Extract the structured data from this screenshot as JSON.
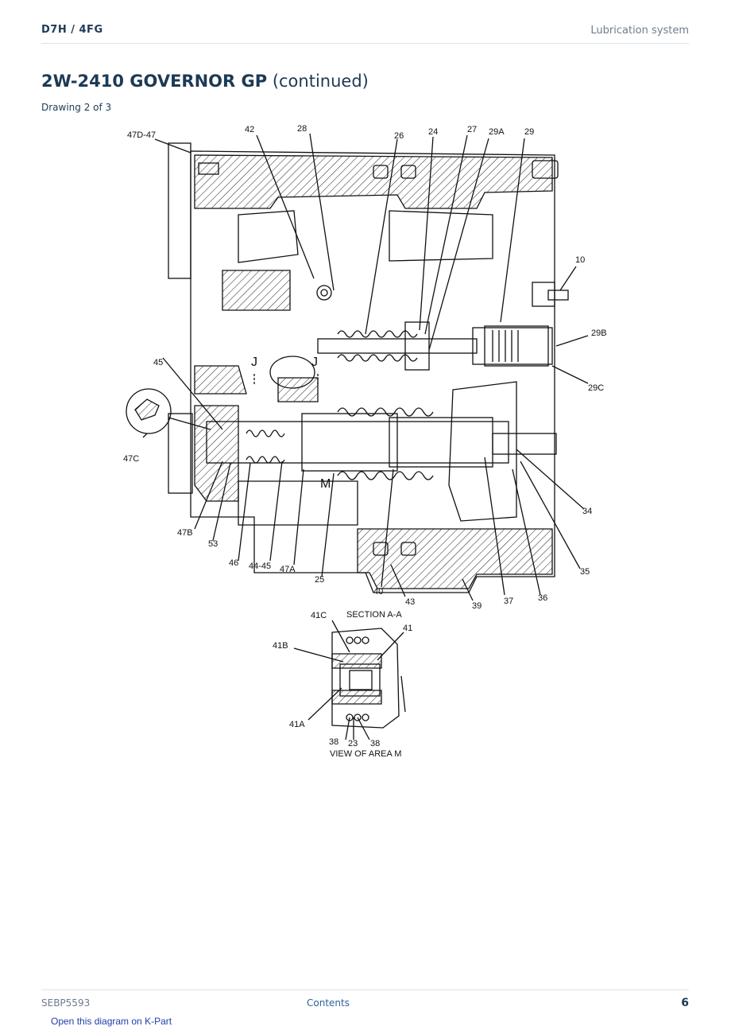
{
  "header": {
    "model": "D7H  /  4FG",
    "section": "Lubrication system"
  },
  "title": {
    "main": "2W-2410 GOVERNOR GP",
    "suffix": " (continued)"
  },
  "subtitle": "Drawing 2 of 3",
  "diagram": {
    "callouts": [
      {
        "id": "47D-47",
        "label": "47D-47"
      },
      {
        "id": "42",
        "label": "42"
      },
      {
        "id": "28",
        "label": "28"
      },
      {
        "id": "26",
        "label": "26"
      },
      {
        "id": "24",
        "label": "24"
      },
      {
        "id": "27",
        "label": "27"
      },
      {
        "id": "29A",
        "label": "29A"
      },
      {
        "id": "29",
        "label": "29"
      },
      {
        "id": "10",
        "label": "10"
      },
      {
        "id": "29B",
        "label": "29B"
      },
      {
        "id": "29C",
        "label": "29C"
      },
      {
        "id": "45",
        "label": "45"
      },
      {
        "id": "J1",
        "label": "J"
      },
      {
        "id": "J2",
        "label": "J"
      },
      {
        "id": "47C",
        "label": "47C"
      },
      {
        "id": "M",
        "label": "M"
      },
      {
        "id": "47B",
        "label": "47B"
      },
      {
        "id": "53",
        "label": "53"
      },
      {
        "id": "46",
        "label": "46"
      },
      {
        "id": "44-45",
        "label": "44-45"
      },
      {
        "id": "47A",
        "label": "47A"
      },
      {
        "id": "25",
        "label": "25"
      },
      {
        "id": "40",
        "label": "40"
      },
      {
        "id": "43",
        "label": "43"
      },
      {
        "id": "39",
        "label": "39"
      },
      {
        "id": "37",
        "label": "37"
      },
      {
        "id": "36",
        "label": "36"
      },
      {
        "id": "35",
        "label": "35"
      },
      {
        "id": "34",
        "label": "34"
      },
      {
        "id": "41C",
        "label": "41C"
      },
      {
        "id": "41",
        "label": "41"
      },
      {
        "id": "41B",
        "label": "41B"
      },
      {
        "id": "41A",
        "label": "41A"
      },
      {
        "id": "38a",
        "label": "38"
      },
      {
        "id": "23",
        "label": "23"
      },
      {
        "id": "38b",
        "label": "38"
      }
    ],
    "section_label": "SECTION  A-A",
    "view_label": "VIEW OF AREA  M"
  },
  "footer": {
    "doc_id": "SEBP5593",
    "contents": "Contents",
    "page": "6"
  },
  "link": "Open this diagram on K-Part"
}
